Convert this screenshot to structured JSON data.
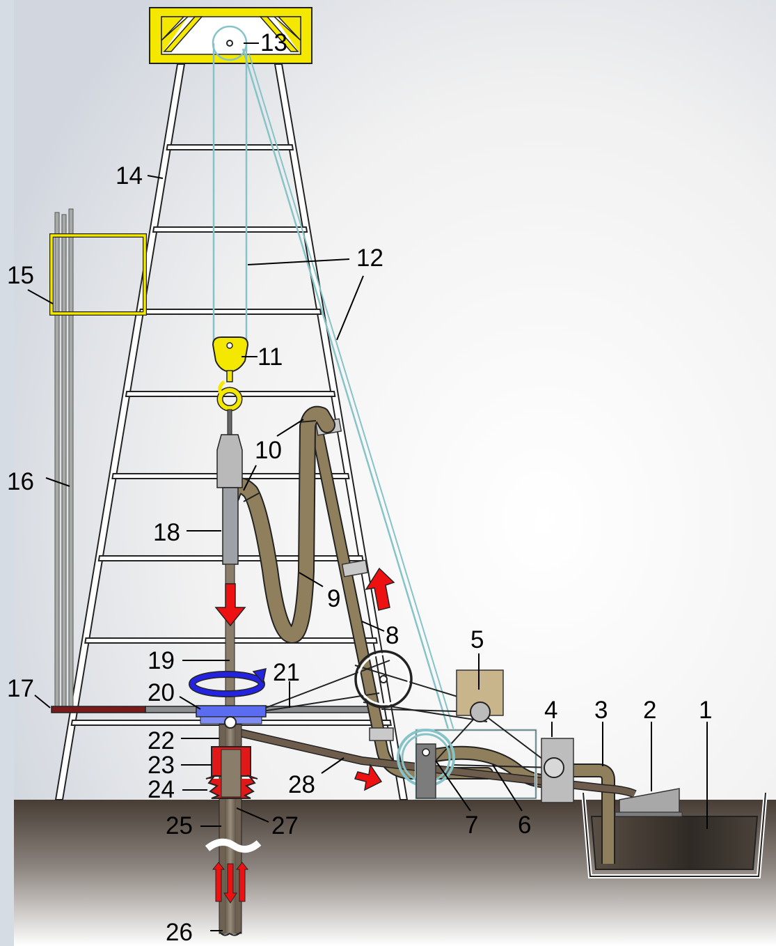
{
  "labels": [
    {
      "id": "1",
      "text": "1"
    },
    {
      "id": "2",
      "text": "2"
    },
    {
      "id": "3",
      "text": "3"
    },
    {
      "id": "4",
      "text": "4"
    },
    {
      "id": "5",
      "text": "5"
    },
    {
      "id": "6",
      "text": "6"
    },
    {
      "id": "7",
      "text": "7"
    },
    {
      "id": "8",
      "text": "8"
    },
    {
      "id": "9",
      "text": "9"
    },
    {
      "id": "10",
      "text": "10"
    },
    {
      "id": "11",
      "text": "11"
    },
    {
      "id": "12",
      "text": "12"
    },
    {
      "id": "13",
      "text": "13"
    },
    {
      "id": "14",
      "text": "14"
    },
    {
      "id": "15",
      "text": "15"
    },
    {
      "id": "16",
      "text": "16"
    },
    {
      "id": "17",
      "text": "17"
    },
    {
      "id": "18",
      "text": "18"
    },
    {
      "id": "19",
      "text": "19"
    },
    {
      "id": "20",
      "text": "20"
    },
    {
      "id": "21",
      "text": "21"
    },
    {
      "id": "22",
      "text": "22"
    },
    {
      "id": "23",
      "text": "23"
    },
    {
      "id": "24",
      "text": "24"
    },
    {
      "id": "25",
      "text": "25"
    },
    {
      "id": "26",
      "text": "26"
    },
    {
      "id": "27",
      "text": "27"
    },
    {
      "id": "28",
      "text": "28"
    }
  ],
  "colors": {
    "crown_yellow": "#f5e800",
    "cable": "#86c3c8",
    "hose": "#8f7f5c",
    "flow_arrow": "#ee1111",
    "rotation_arrow": "#2424e0",
    "rotary_table": "#5a6cf0",
    "preventer": "#e01818",
    "ground_top": "#4a4038",
    "mud_pit": "#3a332c",
    "background_left": "#d4dae2"
  }
}
